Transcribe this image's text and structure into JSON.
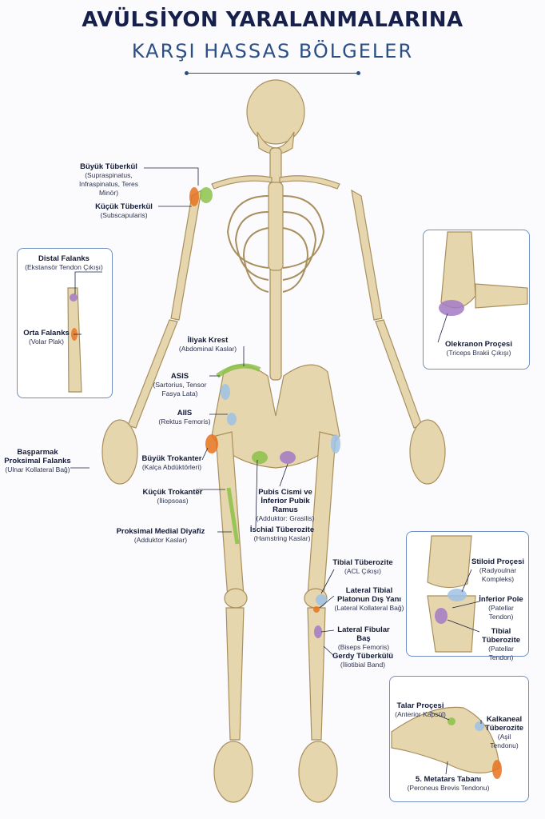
{
  "title": {
    "line1": "AVÜLSİYON YARALANMALARINA",
    "line2": "KARŞI HASSAS BÖLGELER"
  },
  "colors": {
    "bone": "#e6d6ad",
    "bone_stroke": "#a98f5e",
    "title": "#16204a",
    "accent": "#2a4f86",
    "orange": "#e8731f",
    "green": "#8cc24a",
    "blue": "#9fc3e6",
    "purple": "#a27ac6"
  },
  "labels": {
    "buyuk_tuberkul": {
      "title": "Büyük Tüberkül",
      "sub": "(Supraspinatus, Infraspinatus, Teres Minör)"
    },
    "kucuk_tuberkul": {
      "title": "Küçük Tüberkül",
      "sub": "(Subscapularis)"
    },
    "distal_falanks": {
      "title": "Distal Falanks",
      "sub": "(Ekstansör Tendon Çıkışı)"
    },
    "orta_falanks": {
      "title": "Orta Falanks",
      "sub": "(Volar Plak)"
    },
    "iliyak_krest": {
      "title": "İliyak Krest",
      "sub": "(Abdominal Kaslar)"
    },
    "asis": {
      "title": "ASIS",
      "sub": "(Sartorius, Tensor Fasya Lata)"
    },
    "aiis": {
      "title": "AIIS",
      "sub": "(Rektus Femoris)"
    },
    "basparmak": {
      "title": "Başparmak Proksimal Falanks",
      "sub": "(Ulnar Kollateral Bağ)"
    },
    "buyuk_trokanter": {
      "title": "Büyük Trokanter",
      "sub": "(Kalça Abdüktörleri)"
    },
    "kucuk_trokanter": {
      "title": "Küçük Trokanter",
      "sub": "(İliopsoas)"
    },
    "proksimal_medial": {
      "title": "Proksimal Medial Diyafiz",
      "sub": "(Adduktor Kaslar)"
    },
    "pubis": {
      "title": "Pubis Cismi ve İnferior Pubik Ramus",
      "sub": "(Adduktor: Grasilis)"
    },
    "ischial": {
      "title": "İschial Tüberozite",
      "sub": "(Hamstring Kaslar)"
    },
    "olekranon": {
      "title": "Olekranon Proçesi",
      "sub": "(Triceps Brakii Çıkışı)"
    },
    "tibial_tub": {
      "title": "Tibial Tüberozite",
      "sub": "(ACL Çıkışı)"
    },
    "lateral_tibial": {
      "title": "Lateral Tibial Platonun Dış Yanı",
      "sub": "(Lateral Kollateral Bağ)"
    },
    "lateral_fibular": {
      "title": "Lateral Fibular Baş",
      "sub": "(Biseps Femoris)"
    },
    "gerdy": {
      "title": "Gerdy Tüberkülü",
      "sub": "(İliotibial Band)"
    },
    "stiloid": {
      "title": "Stiloid Proçesi",
      "sub": "(Radyoulnar Kompleks)"
    },
    "inferior_pole": {
      "title": "İnferior Pole",
      "sub": "(Patellar Tendon)"
    },
    "tibial_tub2": {
      "title": "Tibial Tüberozite",
      "sub": "(Patellar Tendon)"
    },
    "talar": {
      "title": "Talar Proçesi",
      "sub": "(Anterior Kapsül)"
    },
    "kalkaneal": {
      "title": "Kalkaneal Tüberozite",
      "sub": "(Aşil Tendonu)"
    },
    "metatars": {
      "title": "5. Metatars Tabanı",
      "sub": "(Peroneus Brevis Tendonu)"
    }
  }
}
